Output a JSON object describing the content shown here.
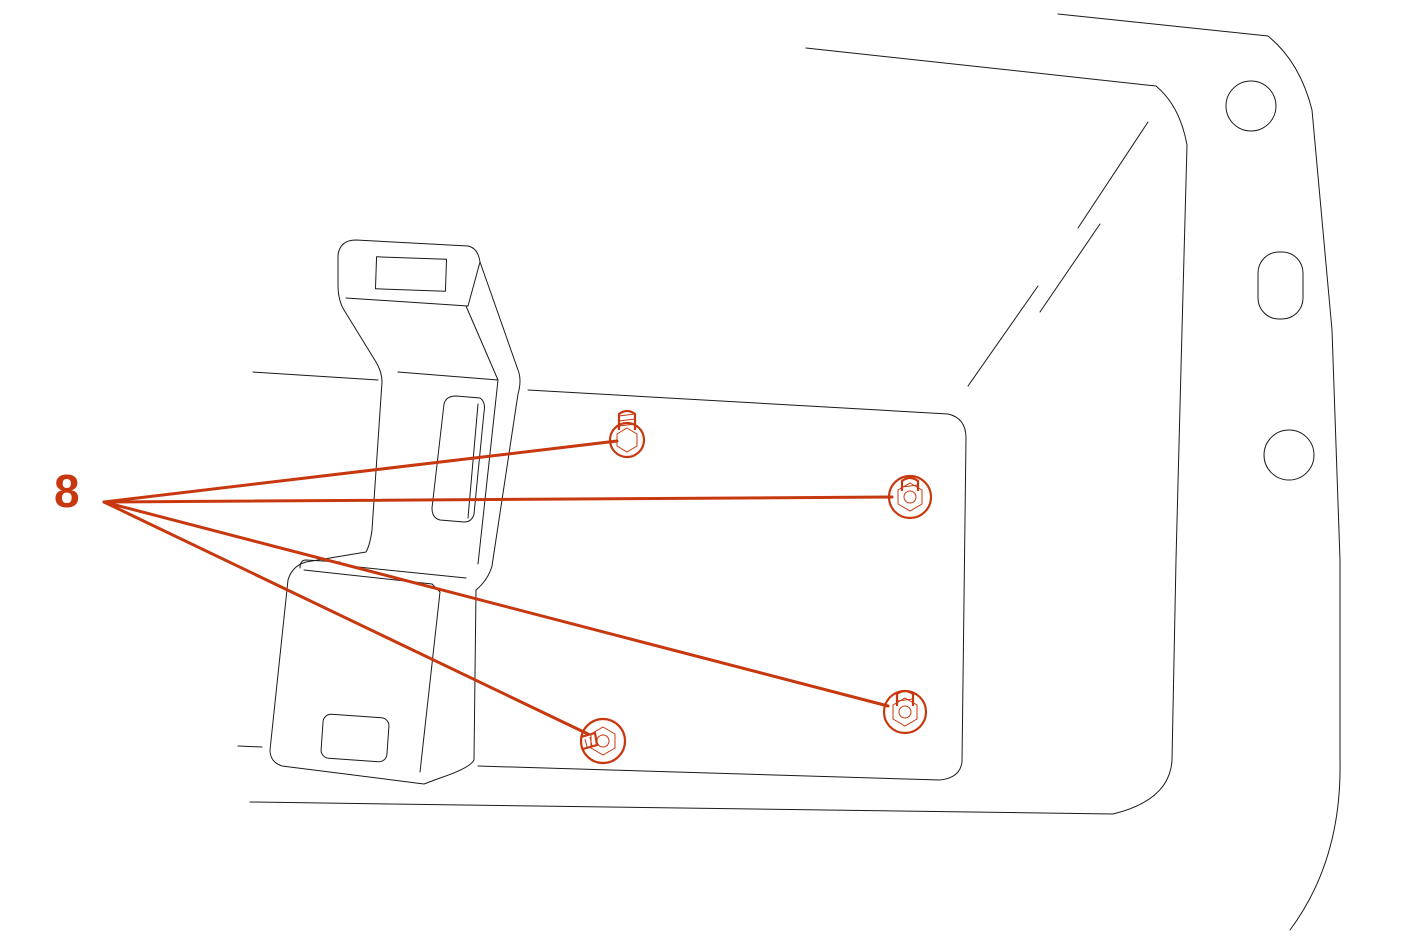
{
  "callout": {
    "label": "8",
    "color": "#c8380f"
  },
  "parts": [
    {
      "name": "fastener-top",
      "icon": "stud-nut-icon"
    },
    {
      "name": "fastener-right-upper",
      "icon": "stud-nut-icon"
    },
    {
      "name": "fastener-right-lower",
      "icon": "stud-nut-icon"
    },
    {
      "name": "fastener-bottom",
      "icon": "stud-nut-icon"
    }
  ]
}
